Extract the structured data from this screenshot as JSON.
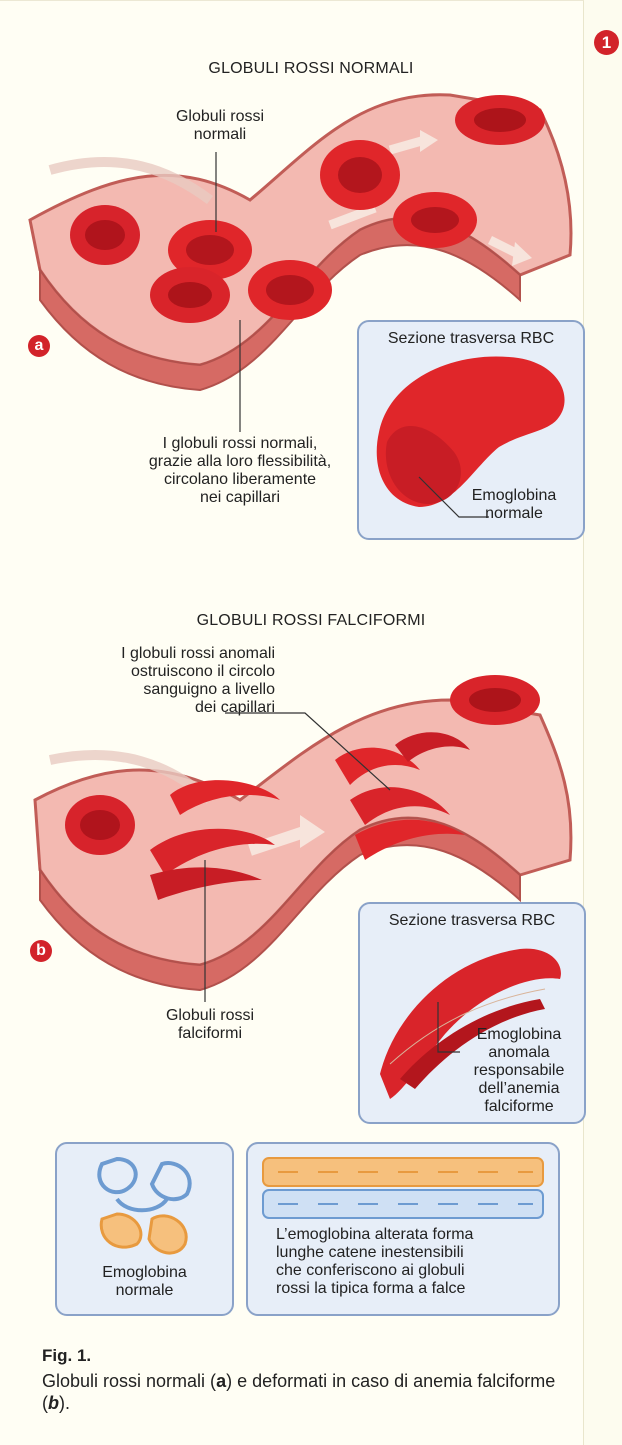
{
  "figure_number": "1",
  "panel_a": {
    "badge": "a",
    "title": "GLOBULI ROSSI NORMALI",
    "label_cells": [
      "Globuli rossi",
      "normali"
    ],
    "label_flex": [
      "I globuli rossi normali,",
      "grazie alla loro flessibilità,",
      "circolano liberamente",
      "nei capillari"
    ],
    "inset_title": "Sezione trasversa RBC",
    "inset_label": [
      "Emoglobina",
      "normale"
    ]
  },
  "panel_b": {
    "badge": "b",
    "title": "GLOBULI ROSSI FALCIFORMI",
    "label_obstruct": [
      "I globuli rossi anomali",
      "ostruiscono il circolo",
      "sanguigno a livello",
      "dei capillari"
    ],
    "label_sickle": [
      "Globuli rossi",
      "falciformi"
    ],
    "inset_title": "Sezione trasversa RBC",
    "inset_label": [
      "Emoglobina",
      "anomala",
      "responsabile",
      "dell’anemia",
      "falciforme"
    ]
  },
  "molecule_normal": {
    "label": [
      "Emoglobina",
      "normale"
    ]
  },
  "molecule_chain": {
    "label": [
      "L’emoglobina alterata forma",
      "lunghe catene inestensibili",
      "che conferiscono ai globuli",
      "rossi la tipica forma a falce"
    ]
  },
  "caption": {
    "head": "Fig. 1.",
    "pre": "Globuli rossi normali (",
    "a": "a",
    "mid": ") e deformati in caso di anemia falciforme (",
    "b": "b",
    "post": ")."
  },
  "colors": {
    "accent_red": "#d2232a",
    "vessel": "#d9766f",
    "vessel_inner": "#f2b6ae",
    "cell": "#e0262a",
    "inset_border": "#8aa2c8",
    "inset_bg": "#e7eef8"
  }
}
